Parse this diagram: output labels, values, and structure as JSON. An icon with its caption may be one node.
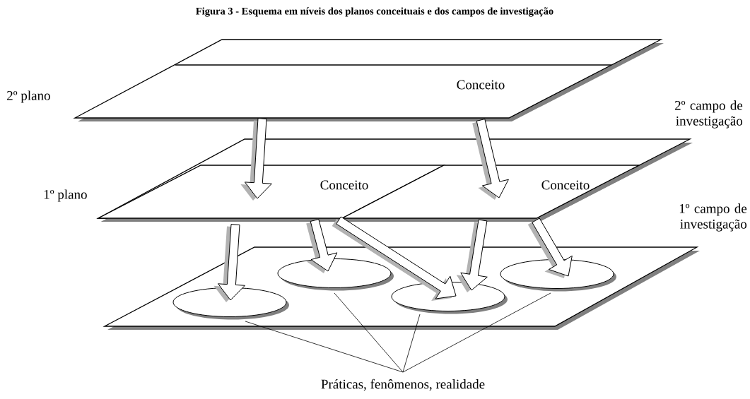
{
  "diagram": {
    "title": "Figura 3 - Esquema em níveis dos planos conceituais e dos campos de investigação",
    "nodes": [
      {
        "text": [
          "Conceito"
        ]
      },
      {
        "text": [],
        "shape": "box"
      },
      {
        "text": [
          "Conceito"
        ],
        "in": 1
      },
      {
        "text": [
          "Conceito"
        ],
        "in": 1
      },
      {
        "text": [],
        "shape": "box"
      },
      {
        "text": [],
        "shape": "ellipse",
        "in": 4
      },
      {
        "text": [],
        "shape": "ellipse",
        "in": 4
      },
      {
        "text": [],
        "shape": "ellipse",
        "in": 4
      },
      {
        "text": [],
        "shape": "ellipse",
        "in": 4
      },
      {
        "text": [
          "Práticas, fenômenos, realidade"
        ]
      }
    ],
    "edges": [
      {
        "from": 0,
        "to": 2,
        "arrow": "to"
      },
      {
        "from": 0,
        "to": 3,
        "arrow": "to"
      },
      {
        "from": 2,
        "to": 5,
        "arrow": "to"
      },
      {
        "from": 2,
        "to": 6,
        "arrow": "to"
      },
      {
        "from": 2,
        "to": 7,
        "arrow": "to"
      },
      {
        "from": 3,
        "to": 7,
        "arrow": "to"
      },
      {
        "from": 3,
        "to": 8,
        "arrow": "to"
      },
      {
        "from": 9,
        "to": 5,
        "arrow": "none"
      },
      {
        "from": 9,
        "to": 6,
        "arrow": "none"
      },
      {
        "from": 9,
        "to": 7,
        "arrow": "none"
      },
      {
        "from": 9,
        "to": 8,
        "arrow": "none"
      }
    ],
    "labels": [
      "2º plano",
      "2º campo de investigação",
      "1º plano",
      "1º campo de investigação"
    ]
  }
}
